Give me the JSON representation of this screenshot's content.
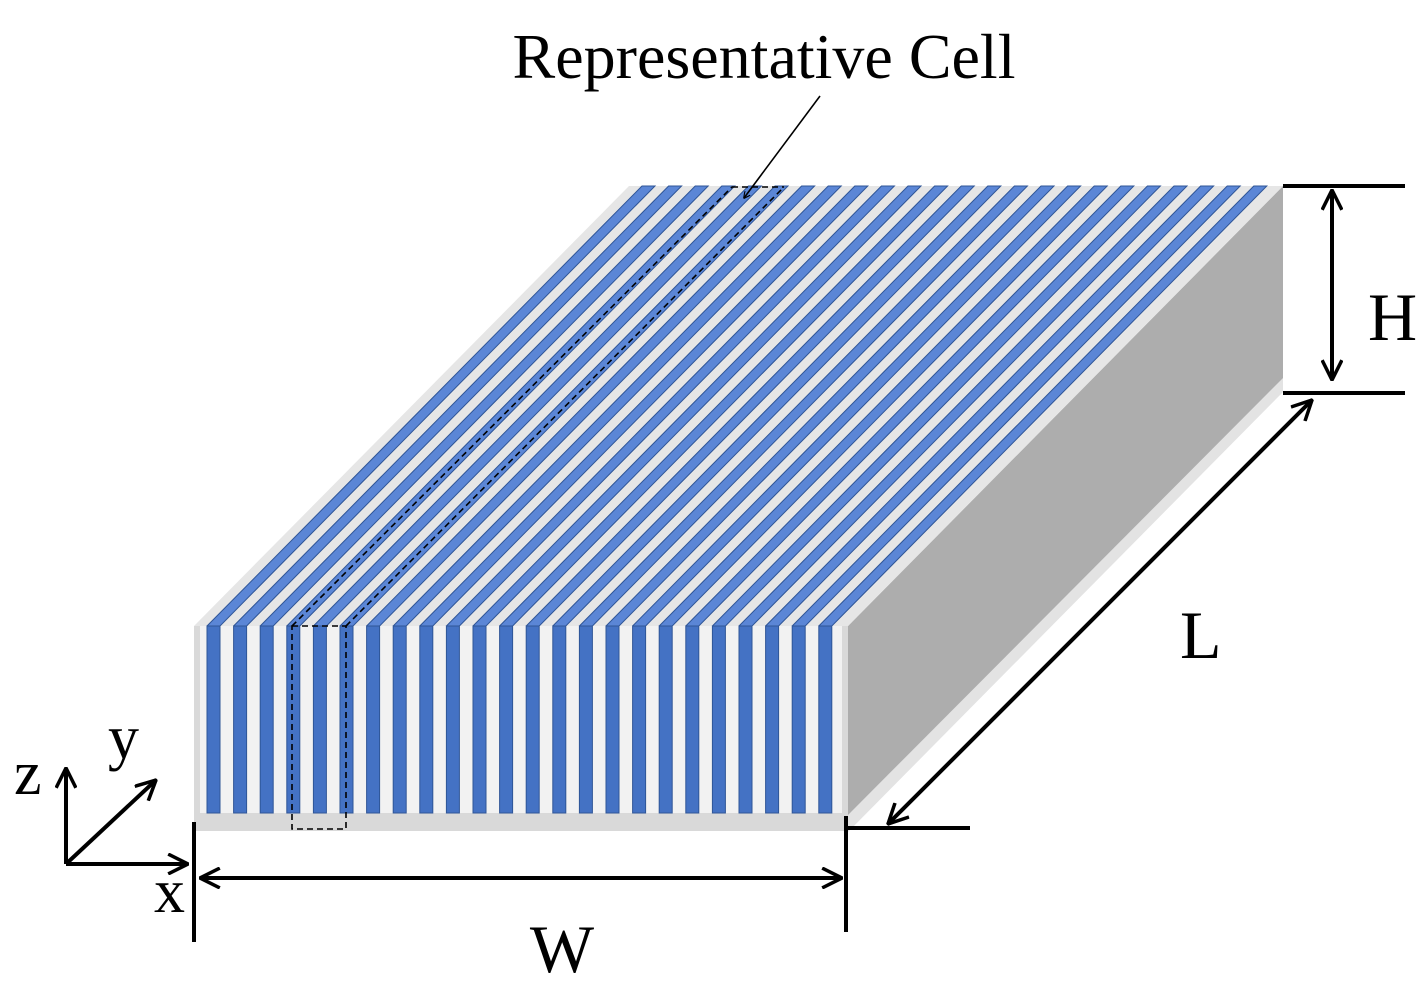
{
  "diagram": {
    "callout_label": "Representative Cell",
    "dimension_labels": {
      "width": "W",
      "length": "L",
      "height": "H"
    },
    "axis_labels": {
      "x": "x",
      "y": "y",
      "z": "z"
    },
    "channel_count": 24,
    "colors": {
      "channel_fill": "#4472C4",
      "channel_edge": "#2F5597",
      "channel_top": "#5B86D6",
      "wall_top": "#E6E6E6",
      "body_light": "#D9D9D9",
      "side_face": "#ADADAD",
      "side_edge": "#E3E3E3",
      "line": "#000000"
    }
  }
}
